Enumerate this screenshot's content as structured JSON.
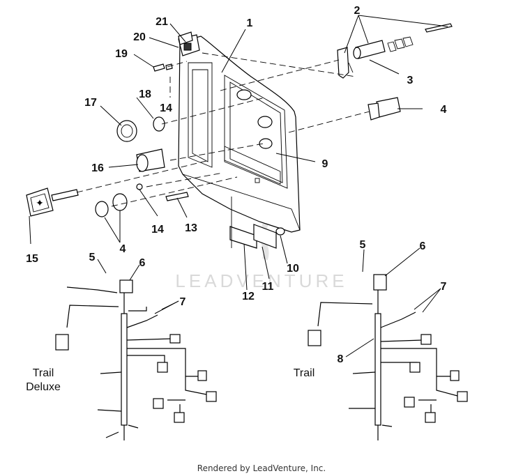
{
  "callouts": {
    "c1": "1",
    "c2": "2",
    "c3": "3",
    "c4a": "4",
    "c4b": "4",
    "c5a": "5",
    "c5b": "5",
    "c6a": "6",
    "c6b": "6",
    "c7a": "7",
    "c7b": "7",
    "c8": "8",
    "c9": "9",
    "c10": "10",
    "c11": "11",
    "c12": "12",
    "c13": "13",
    "c14a": "14",
    "c14b": "14",
    "c15": "15",
    "c16": "16",
    "c17": "17",
    "c18": "18",
    "c19": "19",
    "c20": "20",
    "c21": "21"
  },
  "captions": {
    "deluxe_line1": "Trail",
    "deluxe_line2": "Deluxe",
    "trail": "Trail"
  },
  "watermark": "LEADVENTURE",
  "footer": "Rendered by LeadVenture, Inc."
}
